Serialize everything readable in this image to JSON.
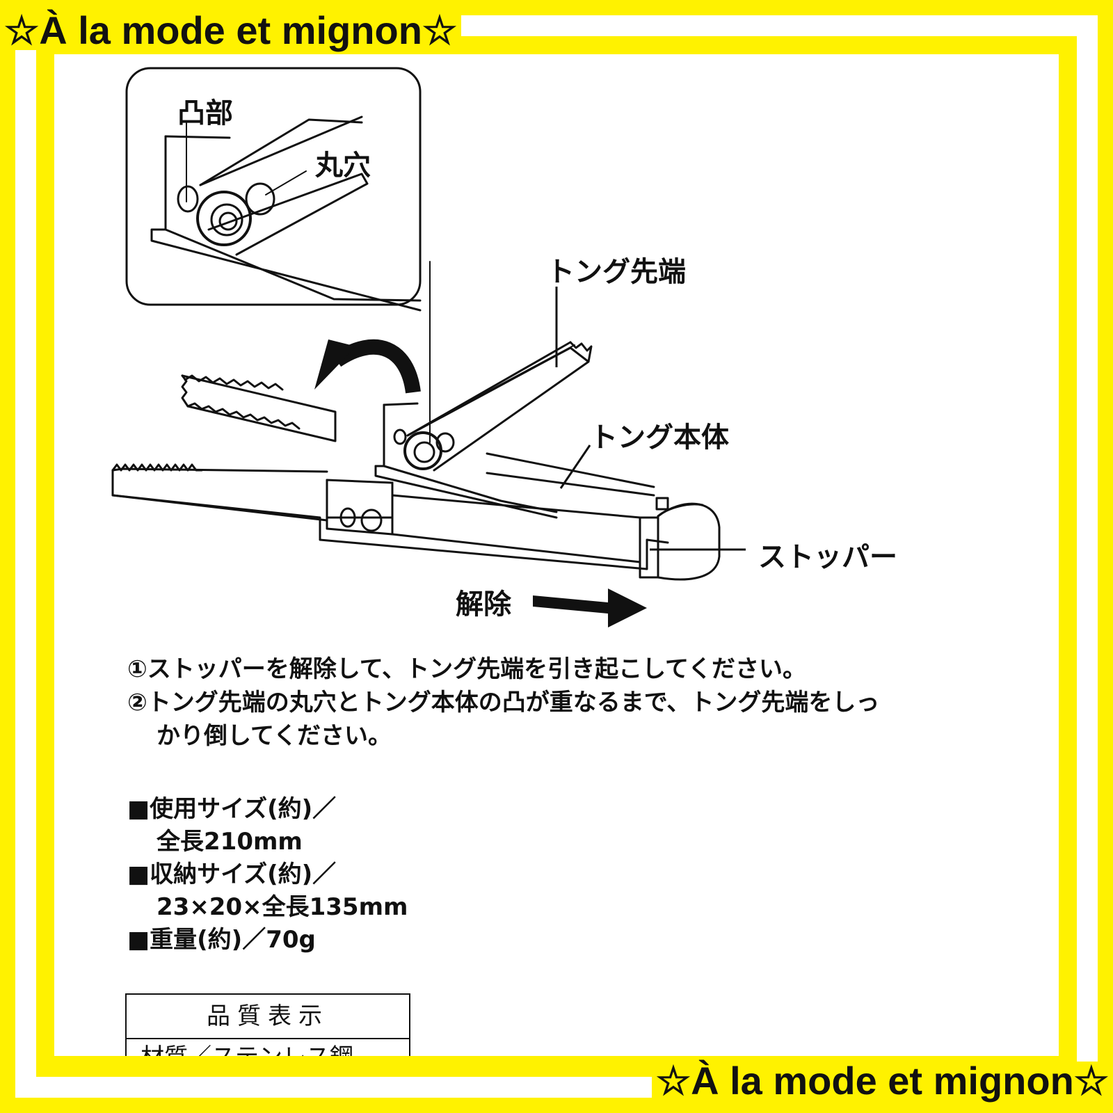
{
  "banner": {
    "top": "☆À la mode et mignon☆",
    "bottom": "☆À la mode et mignon☆"
  },
  "callouts": {
    "convex": "凸部",
    "round_hole": "丸穴",
    "tong_tip": "トング先端",
    "tong_body": "トング本体",
    "stopper": "ストッパー",
    "release": "解除"
  },
  "instructions": {
    "step1": "①ストッパーを解除して、トング先端を引き起こしてください。",
    "step2_line1": "②トング先端の丸穴とトング本体の凸が重なるまで、トング先端をしっ",
    "step2_line2": "かり倒してください。"
  },
  "specs": {
    "use_size_label": "■使用サイズ(約)／",
    "use_size_value": "全長210mm",
    "storage_size_label": "■収納サイズ(約)／",
    "storage_size_value": "23×20×全長135mm",
    "weight": "■重量(約)／70g"
  },
  "quality": {
    "header": "品質表示",
    "material": "材質／ステンレス鋼"
  },
  "colors": {
    "frame": "#fff200",
    "ink": "#111111"
  }
}
